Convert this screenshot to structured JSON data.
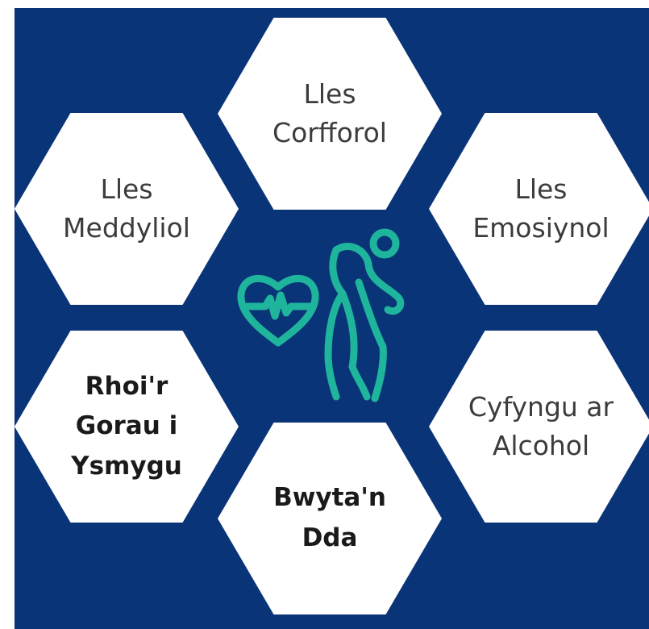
{
  "colors": {
    "background": "#0a3478",
    "hexagon": "#ffffff",
    "icon": "#1fb59c",
    "text": "#3c3c3c"
  },
  "hexagons": {
    "top": {
      "label": "Lles\nCorfforol"
    },
    "top_left": {
      "label": "Lles\nMeddyliol"
    },
    "top_right": {
      "label": "Lles\nEmosiynol"
    },
    "bottom_left": {
      "label": "Rhoi'r\nGorau i\nYsmygu"
    },
    "bottom_right": {
      "label": "Cyfyngu ar\nAlcohol"
    },
    "bottom": {
      "label": "Bwyta'n\nDda"
    }
  },
  "center_icon": {
    "name": "heart-and-person-wellbeing-icon"
  }
}
